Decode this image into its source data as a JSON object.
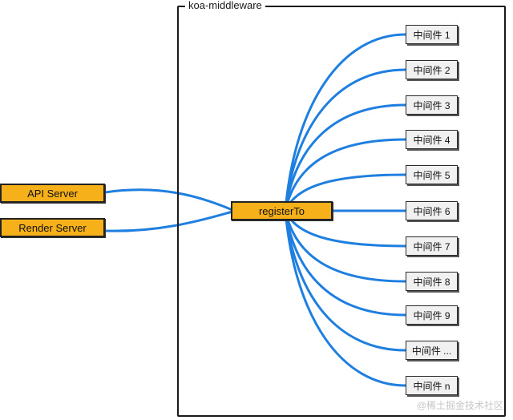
{
  "frame": {
    "title": "koa-middleware"
  },
  "servers": [
    {
      "label": "API Server"
    },
    {
      "label": "Render Server"
    }
  ],
  "hub": {
    "label": "registerTo"
  },
  "middlewares": [
    {
      "label": "中间件 1"
    },
    {
      "label": "中间件 2"
    },
    {
      "label": "中间件 3"
    },
    {
      "label": "中间件 4"
    },
    {
      "label": "中间件 5"
    },
    {
      "label": "中间件 6"
    },
    {
      "label": "中间件 7"
    },
    {
      "label": "中间件 8"
    },
    {
      "label": "中间件 9"
    },
    {
      "label": "中间件 ..."
    },
    {
      "label": "中间件 n"
    }
  ],
  "watermark": "@稀土掘金技术社区",
  "colors": {
    "connector": "#1f7fe0",
    "box_fill": "#f5b01a",
    "middleware_fill": "#f1f1f1",
    "frame": "#1a1a1a"
  }
}
